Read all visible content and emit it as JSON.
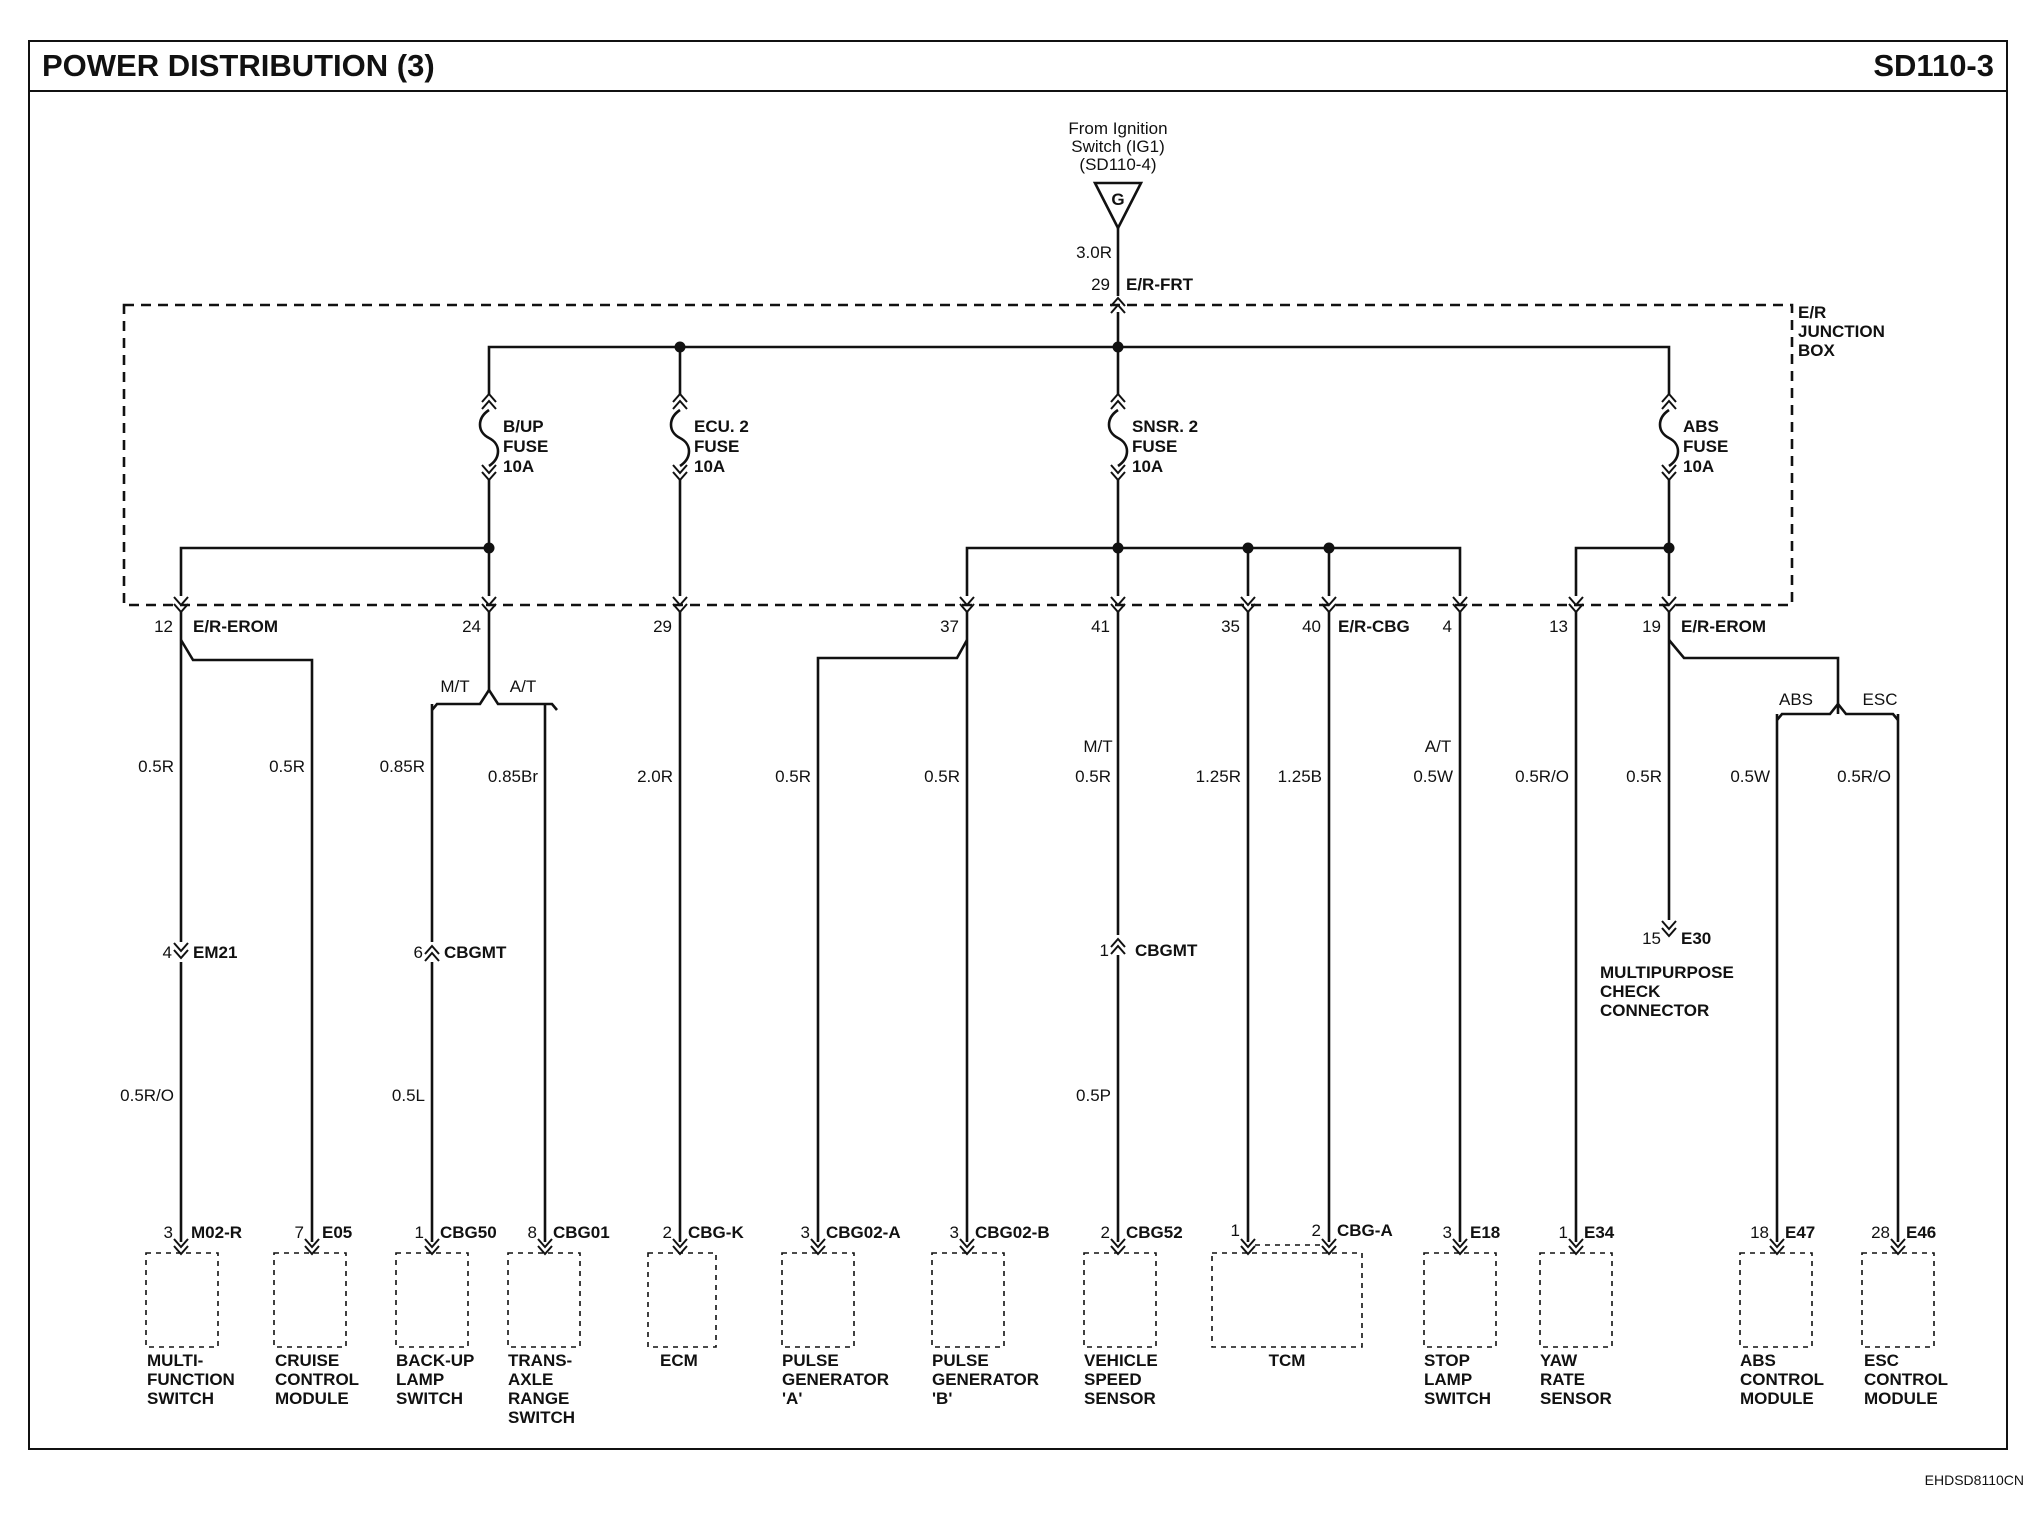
{
  "header": {
    "title": "POWER DISTRIBUTION (3)",
    "code": "SD110-3"
  },
  "footer": {
    "code": "EHDSD8110CN"
  },
  "source": {
    "line1": "From Ignition",
    "line2": "Switch (IG1)",
    "line3": "(SD110-4)",
    "connector": "G",
    "wire": "3.0R",
    "pin": "29",
    "terminal": "E/R-FRT"
  },
  "junction_box": {
    "line1": "E/R",
    "line2": "JUNCTION",
    "line3": "BOX"
  },
  "fuses": [
    {
      "id": "bup",
      "name": "B/UP",
      "line2": "FUSE",
      "rating": "10A"
    },
    {
      "id": "ecu2",
      "name": "ECU. 2",
      "line2": "FUSE",
      "rating": "10A"
    },
    {
      "id": "snsr2",
      "name": "SNSR. 2",
      "line2": "FUSE",
      "rating": "10A"
    },
    {
      "id": "abs",
      "name": "ABS",
      "line2": "FUSE",
      "rating": "10A"
    }
  ],
  "jb_terminals": [
    {
      "pin": "12",
      "connector": "E/R-EROM"
    },
    {
      "pin": "24"
    },
    {
      "pin": "29"
    },
    {
      "pin": "37"
    },
    {
      "pin": "41"
    },
    {
      "pin": "35"
    },
    {
      "pin": "40",
      "connector": "E/R-CBG"
    },
    {
      "pin": "4"
    },
    {
      "pin": "13"
    },
    {
      "pin": "19",
      "connector": "E/R-EROM"
    }
  ],
  "options": {
    "mt": "M/T",
    "at": "A/T",
    "abs": "ABS",
    "esc": "ESC"
  },
  "wires": {
    "w1": "0.5R",
    "w1b": "0.5R/O",
    "w2": "0.5R",
    "w3": "0.85R",
    "w3b": "0.5L",
    "w4": "0.85Br",
    "w5": "2.0R",
    "w6": "0.5R",
    "w7": "0.5R",
    "w8": "0.5R",
    "w8b": "0.5P",
    "w9": "1.25R",
    "w10": "1.25B",
    "w11": "0.5W",
    "w12": "0.5R/O",
    "w13": "0.5R",
    "w14": "0.5W",
    "w15": "0.5R/O"
  },
  "inline_connectors": [
    {
      "pin": "4",
      "name": "EM21"
    },
    {
      "pin": "6",
      "name": "CBGMT"
    },
    {
      "pin": "1",
      "name": "CBGMT"
    },
    {
      "pin": "15",
      "name": "E30"
    }
  ],
  "check_connector": {
    "line1": "MULTIPURPOSE",
    "line2": "CHECK",
    "line3": "CONNECTOR"
  },
  "components": [
    {
      "pin": "3",
      "connector": "M02-R",
      "lines": [
        "MULTI-",
        "FUNCTION",
        "SWITCH"
      ]
    },
    {
      "pin": "7",
      "connector": "E05",
      "lines": [
        "CRUISE",
        "CONTROL",
        "MODULE"
      ]
    },
    {
      "pin": "1",
      "connector": "CBG50",
      "lines": [
        "BACK-UP",
        "LAMP",
        "SWITCH"
      ]
    },
    {
      "pin": "8",
      "connector": "CBG01",
      "lines": [
        "TRANS-",
        "AXLE",
        "RANGE",
        "SWITCH"
      ]
    },
    {
      "pin": "2",
      "connector": "CBG-K",
      "lines": [
        "ECM"
      ]
    },
    {
      "pin": "3",
      "connector": "CBG02-A",
      "lines": [
        "PULSE",
        "GENERATOR",
        "'A'"
      ]
    },
    {
      "pin": "3",
      "connector": "CBG02-B",
      "lines": [
        "PULSE",
        "GENERATOR",
        "'B'"
      ]
    },
    {
      "pin": "2",
      "connector": "CBG52",
      "lines": [
        "VEHICLE",
        "SPEED",
        "SENSOR"
      ]
    },
    {
      "pin": "1",
      "pin2": "2",
      "connector": "CBG-A",
      "lines": [
        "TCM"
      ]
    },
    {
      "pin": "3",
      "connector": "E18",
      "lines": [
        "STOP",
        "LAMP",
        "SWITCH"
      ]
    },
    {
      "pin": "1",
      "connector": "E34",
      "lines": [
        "YAW",
        "RATE",
        "SENSOR"
      ]
    },
    {
      "pin": "18",
      "connector": "E47",
      "lines": [
        "ABS",
        "CONTROL",
        "MODULE"
      ]
    },
    {
      "pin": "28",
      "connector": "E46",
      "lines": [
        "ESC",
        "CONTROL",
        "MODULE"
      ]
    }
  ]
}
